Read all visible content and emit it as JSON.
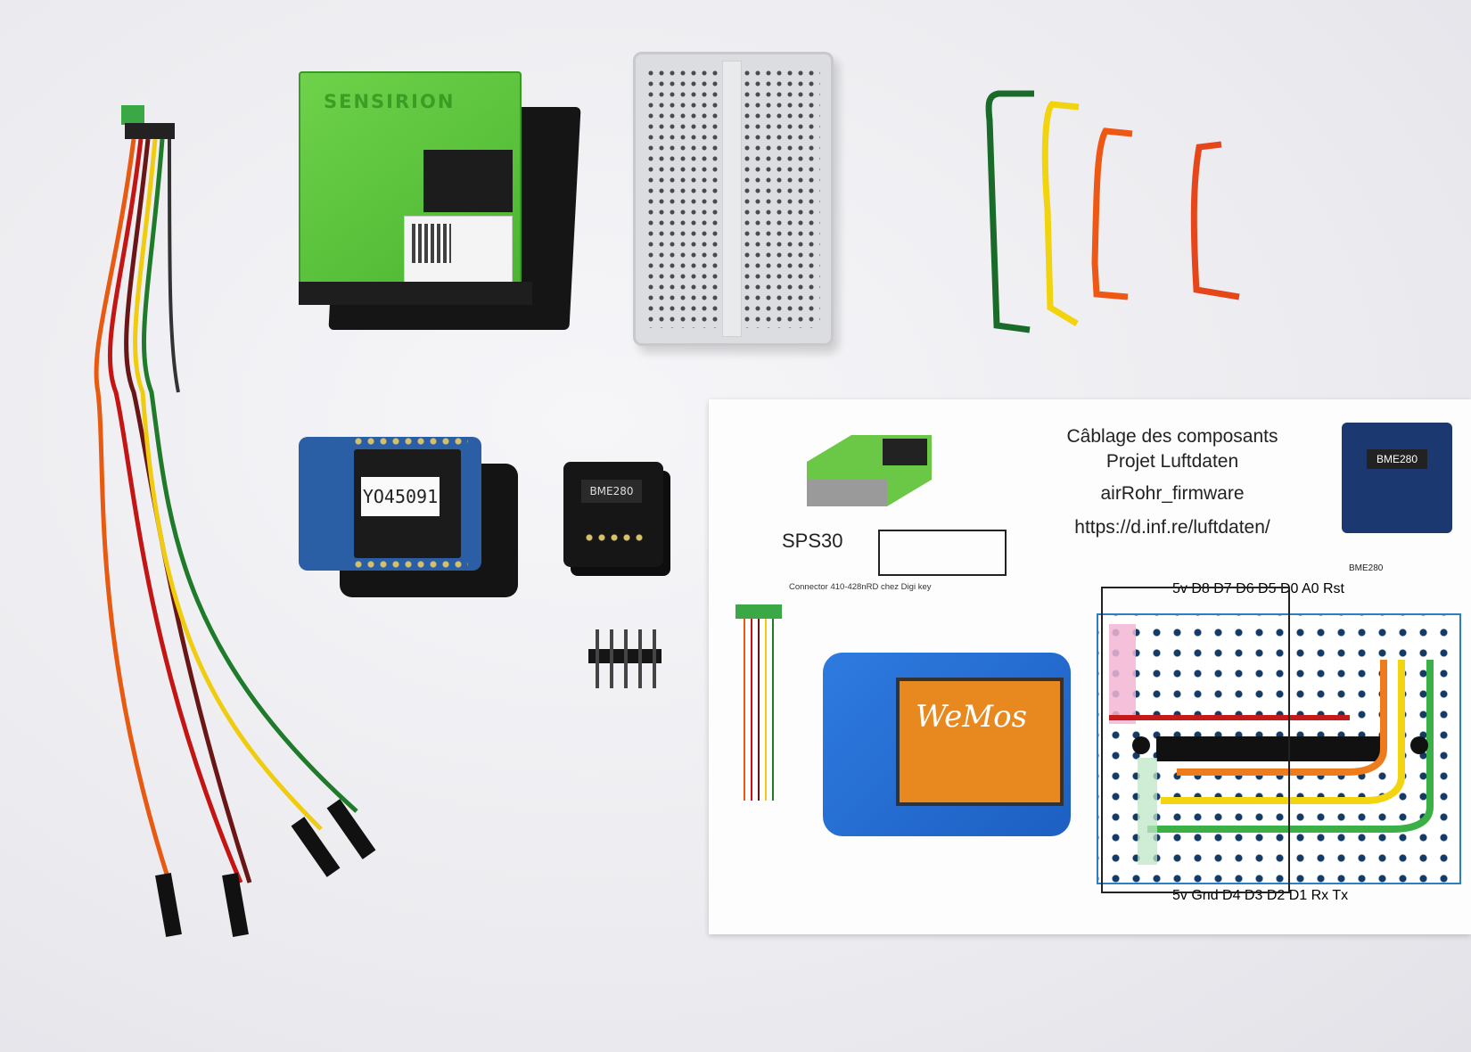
{
  "photo": {
    "sps30_brand": "SENSIRION",
    "wemos_sticker": "YO45091",
    "bme_chip_label": "BME280"
  },
  "diagram": {
    "title_line1": "Câblage des composants",
    "title_line2": "Projet Luftdaten",
    "title_line3": "airRohr_firmware",
    "url": "https://d.inf.re/luftdaten/",
    "sps30_label": "SPS30",
    "connector_note": "Connector 410-428nRD chez Digi key",
    "wemos_logo": "WeMos",
    "pins_top": "5v  D8 D7 D6 D5 D0  A0 Rst",
    "pins_bottom": "5v  Gnd  D4  D3  D2  D1  Rx  Tx",
    "bme_label": "BME280",
    "bme_note": "BME280"
  }
}
